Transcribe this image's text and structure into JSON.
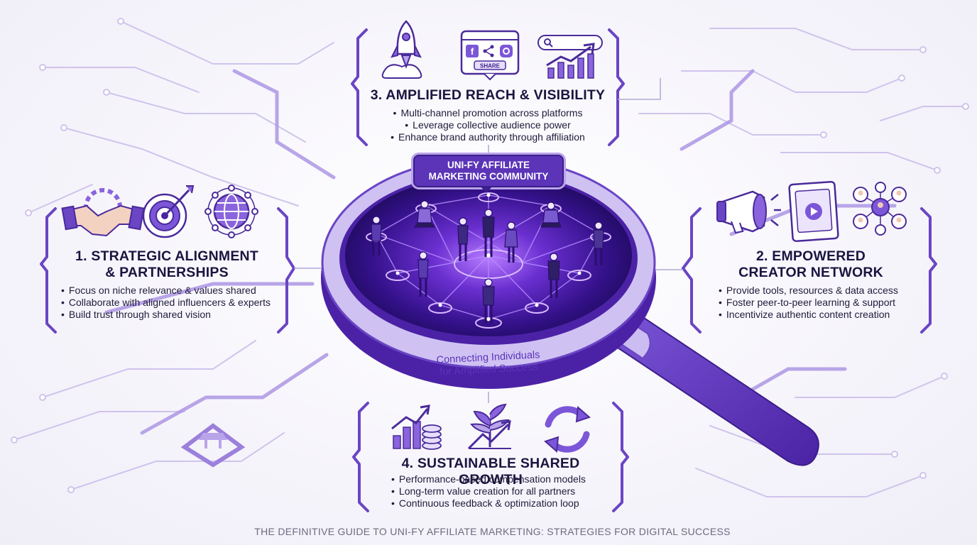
{
  "badge": {
    "line1": "UNI-FY AFFILIATE",
    "line2": "MARKETING COMMUNITY"
  },
  "rim_caption": {
    "line1": "Connecting Individuals",
    "line2": "for Amplified Success"
  },
  "sections": {
    "reach": {
      "title": "3. AMPLIFIED REACH & VISIBILITY",
      "icons": [
        "rocket-icon",
        "social-share-icon",
        "growth-chart-icon"
      ],
      "share_label": "SHARE",
      "bullets": [
        "Multi-channel promotion across platforms",
        "Leverage collective audience power",
        "Enhance brand authority through affiliation"
      ]
    },
    "alignment": {
      "title_line1": "1. STRATEGIC ALIGNMENT",
      "title_line2": "& PARTNERSHIPS",
      "icons": [
        "handshake-gear-icon",
        "target-icon",
        "globe-network-icon"
      ],
      "bullets": [
        "Focus on niche relevance & values shared",
        "Collaborate with aligned influencers & experts",
        "Build trust through shared vision"
      ]
    },
    "creator": {
      "title_line1": "2. EMPOWERED",
      "title_line2": "CREATOR NETWORK",
      "icons": [
        "megaphone-icon",
        "video-tablet-icon",
        "people-network-icon"
      ],
      "bullets": [
        "Provide tools, resources & data access",
        "Foster peer-to-peer learning & support",
        "Incentivize authentic content creation"
      ]
    },
    "growth": {
      "title": "4. SUSTAINABLE SHARED GROWTH",
      "icons": [
        "coins-chart-icon",
        "plant-growth-icon",
        "cycle-arrows-icon"
      ],
      "bullets": [
        "Performance-based compensation models",
        "Long-term value creation for all partners",
        "Continuous feedback & optimization loop"
      ]
    }
  },
  "footer": "THE DEFINITIVE GUIDE TO UNI-FY AFFILIATE MARKETING: STRATEGIES FOR DIGITAL SUCCESS",
  "colors": {
    "primary": "#5b34b8",
    "dark": "#3c1e8a",
    "light": "#b9a4ea",
    "text": "#1a1540",
    "footer": "#6e6a80"
  }
}
